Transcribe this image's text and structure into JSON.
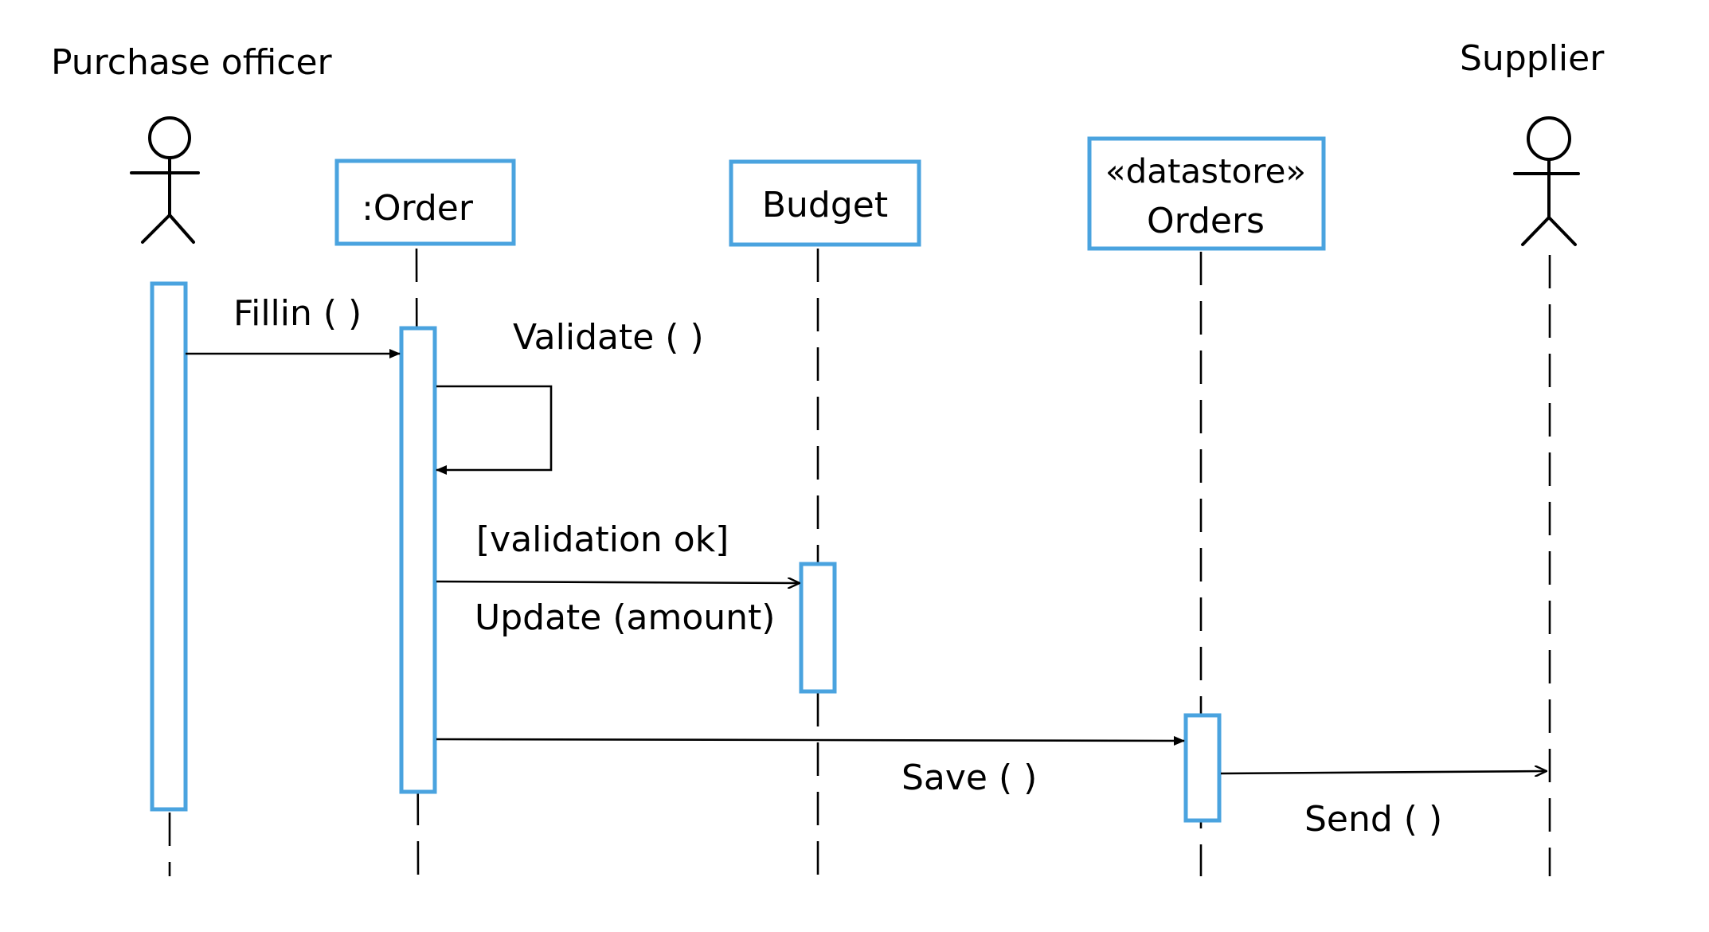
{
  "colors": {
    "box_stroke": "#4aa3df",
    "line": "#000000",
    "background": "#ffffff"
  },
  "actors": {
    "purchase_officer": "Purchase officer",
    "supplier": "Supplier"
  },
  "objects": {
    "order": ":Order",
    "budget": "Budget",
    "orders_stereotype": "«datastore»",
    "orders_name": "Orders"
  },
  "messages": {
    "fillin": "Fillin ( )",
    "validate": "Validate ( )",
    "guard": "[validation ok]",
    "update": "Update (amount)",
    "save": "Save ( )",
    "send": "Send ( )"
  }
}
